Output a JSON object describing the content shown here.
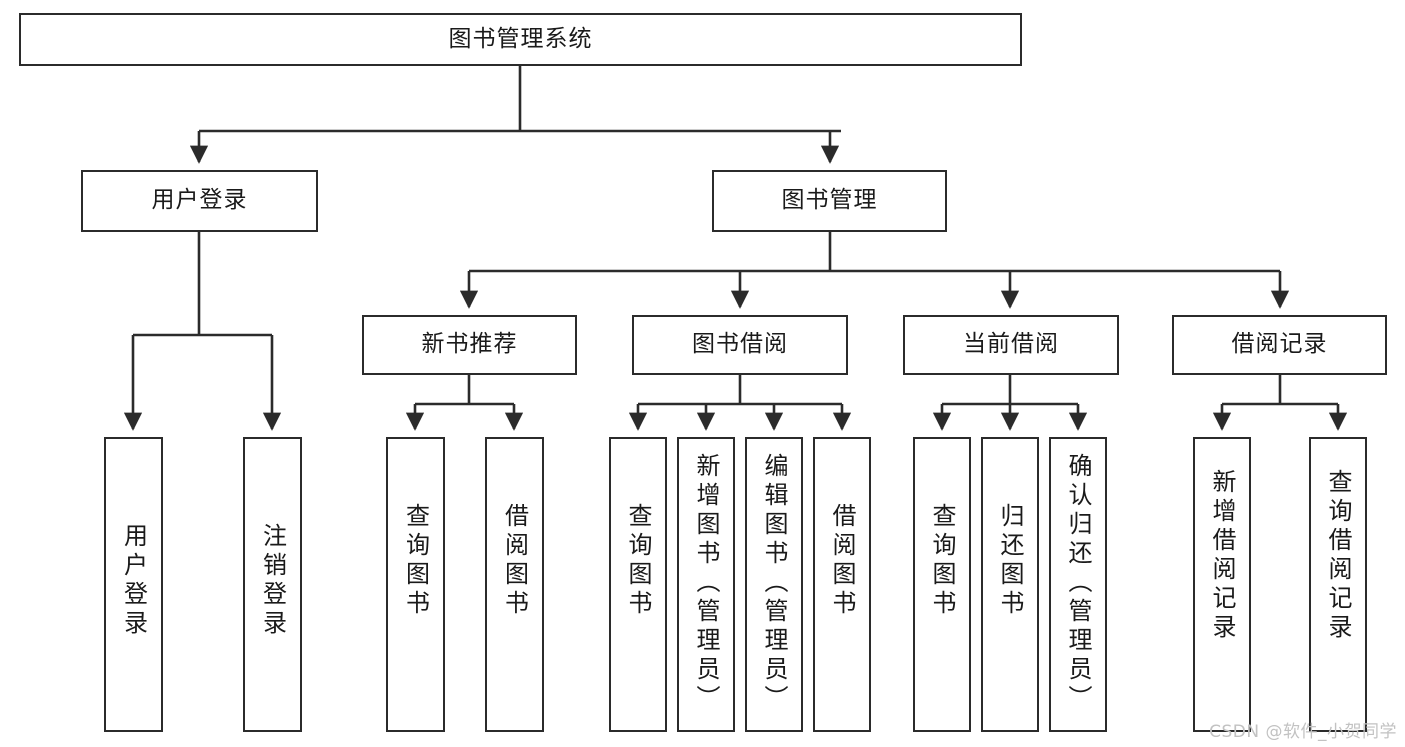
{
  "diagram": {
    "title": "图书管理系统",
    "type": "hierarchy-tree",
    "root": {
      "label": "图书管理系统"
    },
    "level2": [
      {
        "label": "用户登录"
      },
      {
        "label": "图书管理"
      }
    ],
    "level3": [
      {
        "label": "新书推荐"
      },
      {
        "label": "图书借阅"
      },
      {
        "label": "当前借阅"
      },
      {
        "label": "借阅记录"
      }
    ],
    "leaves": {
      "user_login": [
        {
          "label": "用户登录"
        },
        {
          "label": "注销登录"
        }
      ],
      "new_book_recommend": [
        {
          "label": "查询图书"
        },
        {
          "label": "借阅图书"
        }
      ],
      "book_borrow": [
        {
          "label": "查询图书"
        },
        {
          "label": "新增图书（管理员）"
        },
        {
          "label": "编辑图书（管理员）"
        },
        {
          "label": "借阅图书"
        }
      ],
      "current_borrow": [
        {
          "label": "查询图书"
        },
        {
          "label": "归还图书"
        },
        {
          "label": "确认归还（管理员）"
        }
      ],
      "borrow_record": [
        {
          "label": "新增借阅记录"
        },
        {
          "label": "查询借阅记录"
        }
      ]
    }
  },
  "watermark": {
    "text": "CSDN @软件_小贺同学"
  },
  "colors": {
    "stroke": "#2b2b2b",
    "fill": "#ffffff",
    "text": "#1a1a1a",
    "watermark": "#c2c2c2"
  }
}
